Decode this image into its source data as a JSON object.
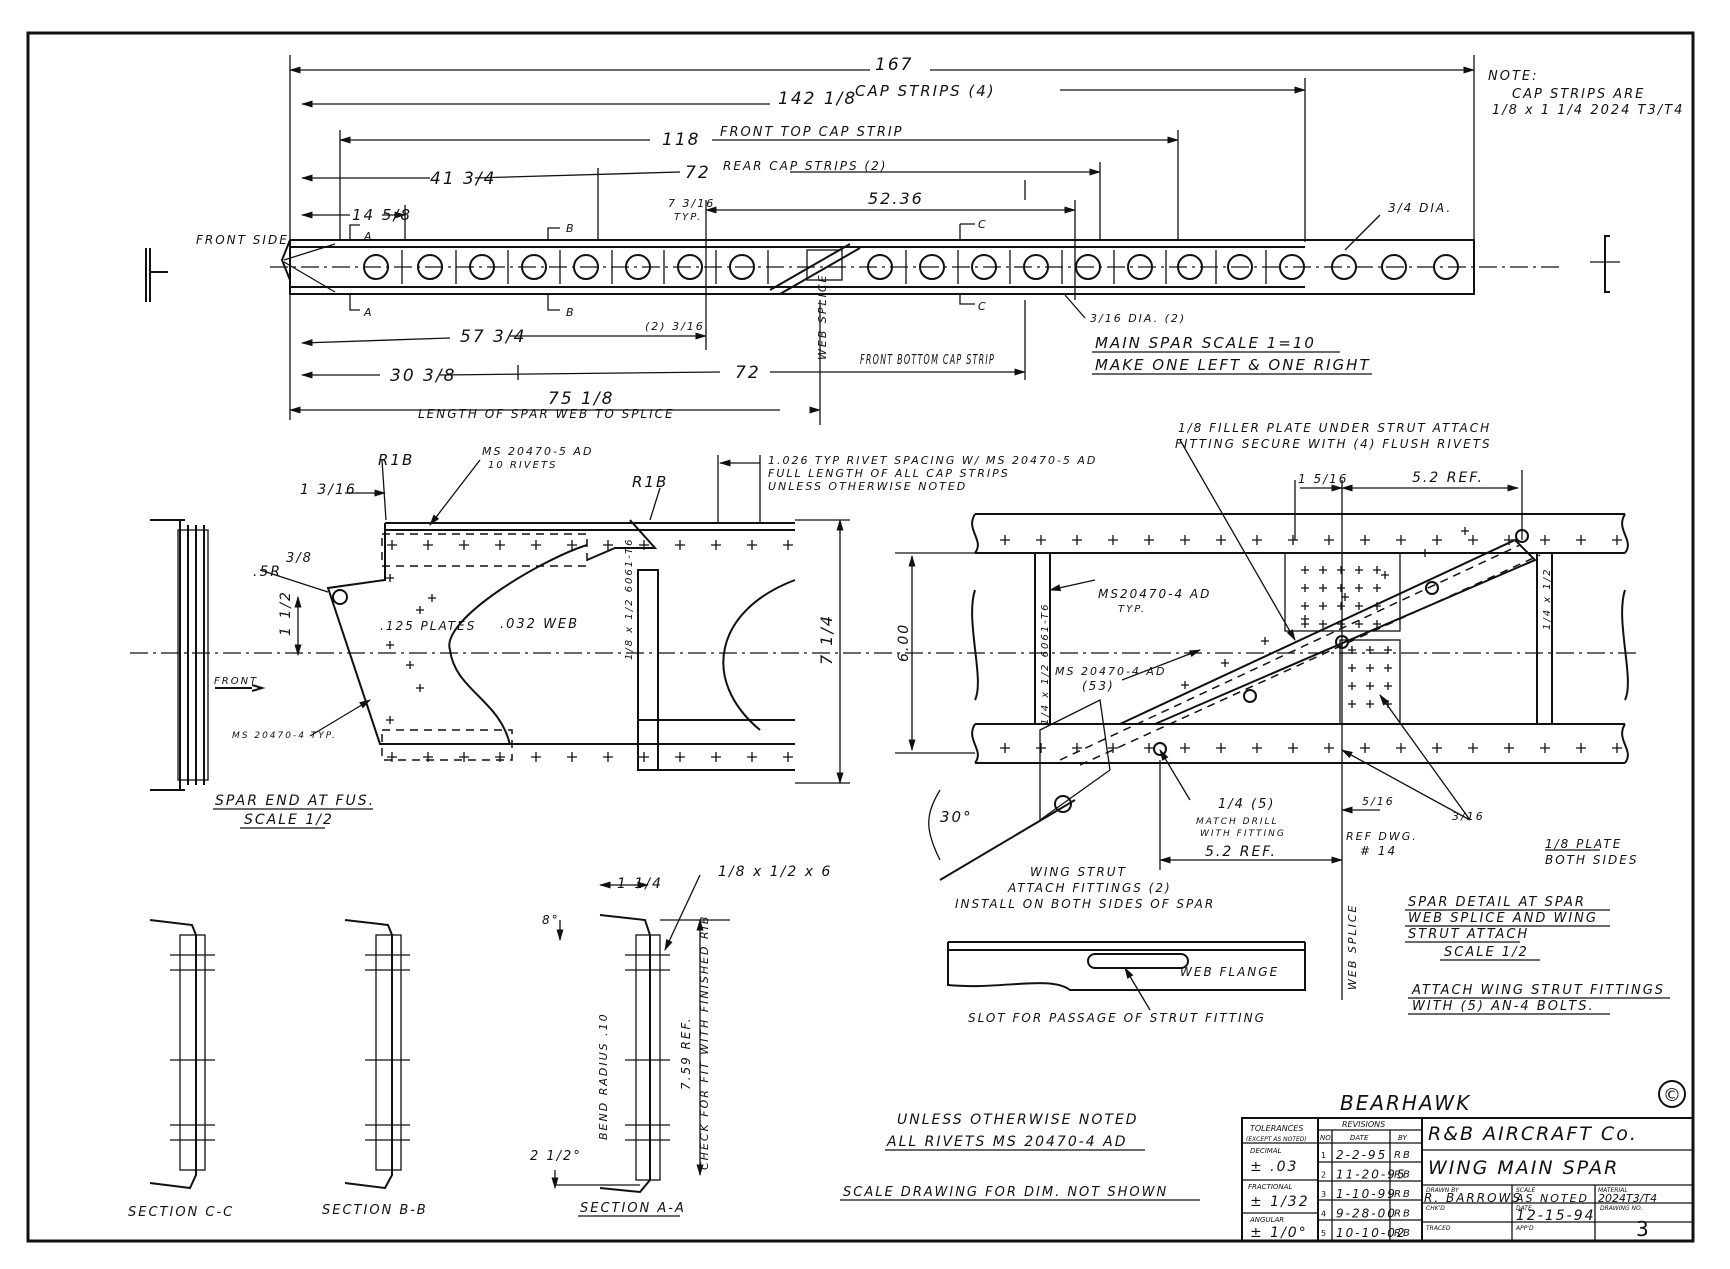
{
  "main_spar": {
    "dims": {
      "overall": "167",
      "cap_strips_len": "142 1/8",
      "cap_strips_label": "CAP STRIPS (4)",
      "front_top_len": "118",
      "front_top_label": "FRONT TOP CAP STRIP",
      "a4134": "41 3/4",
      "rear_len": "72",
      "rear_label": "REAR CAP STRIPS (2)",
      "d1458": "14 5/8",
      "d7": "7 3/16",
      "typ": "TYP.",
      "d5236": "52.36",
      "dia34": "3/4 DIA.",
      "d5734": "57 3/4",
      "rivet_note": "(2) 3/16",
      "web_splice": "WEB SPLICE",
      "dia316": "3/16 DIA. (2)",
      "d3038": "30 3/8",
      "front_bottom_len": "72",
      "front_bottom_label": "FRONT BOTTOM CAP STRIP",
      "d7518": "75 1/8",
      "web_length_label": "LENGTH OF SPAR WEB TO SPLICE"
    },
    "front_side": "FRONT SIDE",
    "sections": {
      "a": "A",
      "b": "B",
      "c": "C"
    },
    "title": "MAIN SPAR   SCALE 1=10",
    "subtitle": "MAKE ONE LEFT & ONE RIGHT"
  },
  "note": {
    "label": "NOTE:",
    "line1": "CAP STRIPS ARE",
    "line2": "1/8 x 1 1/4 2024 T3/T4"
  },
  "spar_end": {
    "r1b_left": "R1B",
    "r1b_right": "R1B",
    "d1316": "1 3/16",
    "d38": "3/8",
    "d5r": ".5R",
    "d112": "1 1/2",
    "plates": ".125 PLATES",
    "web": ".032 WEB",
    "rib": "1/8 x 1/2 6061-T6",
    "ht": "7 1/4",
    "front": "FRONT",
    "ms4": "MS 20470-4 TYP.",
    "ms5_line1": "MS 20470-5 AD",
    "ms5_line2": "10 RIVETS",
    "spacing_line1": "1.026 TYP RIVET SPACING W/ MS 20470-5 AD",
    "spacing_line2": "FULL LENGTH OF ALL CAP STRIPS",
    "spacing_line3": "UNLESS OTHERWISE NOTED",
    "title": "SPAR END AT FUS.",
    "scale": "SCALE 1/2"
  },
  "strut": {
    "filler_line1": "1/8 FILLER PLATE UNDER STRUT ATTACH",
    "filler_line2": "FITTING SECURE WITH (4) FLUSH RIVETS",
    "d1516": "1 5/16",
    "d52ref_top": "5.2 REF.",
    "d600": "6.00",
    "rib_left": "1/4 x 1/2 6061-T6",
    "rib_right": "1/4 x 1/2",
    "ms_typ_line1": "MS20470-4 AD",
    "ms_typ_line2": "TYP.",
    "ms53_line1": "MS 20470-4 AD",
    "ms53_line2": "(53)",
    "angle": "30°",
    "bolt_size": "1/4 (5)",
    "match_line1": "MATCH DRILL",
    "match_line2": "WITH FITTING",
    "d516": "5/16",
    "d316": "3/16",
    "ref_dwg_line1": "REF DWG.",
    "ref_dwg_line2": "# 14",
    "plate_line1": "1/8 PLATE",
    "plate_line2": "BOTH SIDES",
    "d52ref_bot": "5.2 REF.",
    "fit_line1": "WING STRUT",
    "fit_line2": "ATTACH FITTINGS (2)",
    "fit_line3": "INSTALL ON BOTH SIDES OF SPAR",
    "web_splice": "WEB SPLICE",
    "web_flange": "WEB FLANGE",
    "slot": "SLOT FOR PASSAGE OF STRUT FITTING",
    "title1": "SPAR DETAIL AT SPAR",
    "title2": "WEB SPLICE AND WING",
    "title3": "STRUT ATTACH",
    "scale": "SCALE 1/2",
    "bolts1": "ATTACH WING STRUT FITTINGS",
    "bolts2": "WITH (5) AN-4 BOLTS."
  },
  "sections_view": {
    "cc": "SECTION C-C",
    "bb": "SECTION B-B",
    "aa": "SECTION A-A",
    "d114": "1 1/4",
    "d8deg": "8°",
    "flange": "1/8 x 1/2 x 6",
    "bend": "BEND RADIUS .10",
    "ref": "7.59 REF.",
    "check": "CHECK FOR FIT WITH FINISHED RIB",
    "d212": "2 1/2°"
  },
  "general_notes": {
    "line1": "UNLESS OTHERWISE NOTED",
    "line2": "ALL RIVETS MS 20470-4 AD",
    "scale": "SCALE DRAWING FOR DIM. NOT SHOWN"
  },
  "title_block": {
    "brand": "BEARHAWK",
    "copyright": "©",
    "company": "R&B AIRCRAFT Co.",
    "drawing_title": "WING MAIN SPAR",
    "tolerances": "TOLERANCES",
    "except": "(EXCEPT AS NOTED)",
    "decimal": "DECIMAL",
    "decimal_val": "± .03",
    "fractional": "FRACTIONAL",
    "fractional_val": "± 1/32",
    "angular": "ANGULAR",
    "angular_val": "± 1/0°",
    "revisions": "REVISIONS",
    "col_no": "NO.",
    "col_date": "DATE",
    "col_by": "BY",
    "rev": [
      {
        "no": "1",
        "date": "2-2-95",
        "by": "RB"
      },
      {
        "no": "2",
        "date": "11-20-95",
        "by": "RB"
      },
      {
        "no": "3",
        "date": "1-10-99",
        "by": "RB"
      },
      {
        "no": "4",
        "date": "9-28-00",
        "by": "RB"
      },
      {
        "no": "5",
        "date": "10-10-02",
        "by": "RB"
      }
    ],
    "drawn_by_label": "DRAWN BY",
    "drawn_by": "R. BARROWS",
    "scale_label": "SCALE",
    "scale": "AS NOTED",
    "material_label": "MATERIAL",
    "material": "2024T3/T4",
    "chkd_label": "CHK'D",
    "date_label": "DATE",
    "date": "12-15-94",
    "drawing_no_label": "DRAWING NO.",
    "drawing_no": "3",
    "traced_label": "TRACED",
    "appd_label": "APP'D"
  }
}
